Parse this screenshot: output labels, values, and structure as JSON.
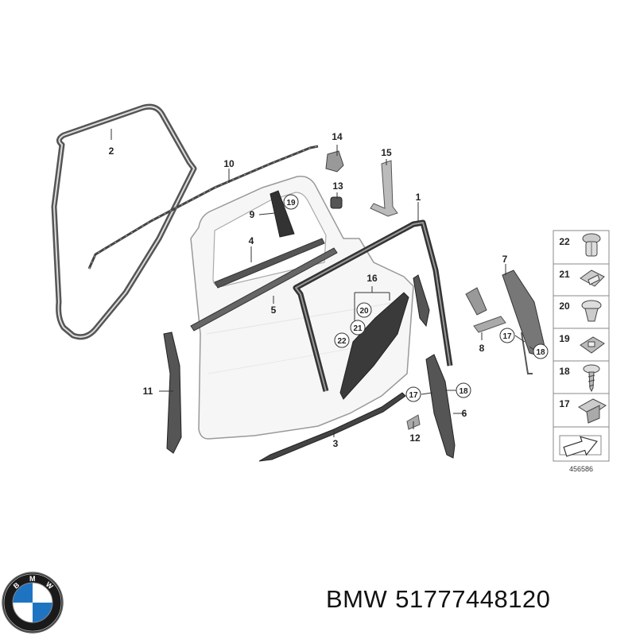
{
  "callouts": {
    "c1": "1",
    "c2": "2",
    "c3": "3",
    "c4": "4",
    "c5": "5",
    "c6": "6",
    "c7": "7",
    "c8": "8",
    "c9": "9",
    "c10": "10",
    "c11": "11",
    "c12": "12",
    "c13": "13",
    "c14": "14",
    "c15": "15",
    "c16": "16"
  },
  "circled": {
    "n17": "17",
    "n18": "18",
    "n19": "19",
    "n20": "20",
    "n21": "21",
    "n22": "22"
  },
  "legend": [
    "22",
    "21",
    "20",
    "19",
    "18",
    "17"
  ],
  "drawing_number": "456586",
  "logo": {
    "text": "BMW"
  },
  "caption": {
    "brand": "BMW",
    "part_number": "51777448120"
  }
}
